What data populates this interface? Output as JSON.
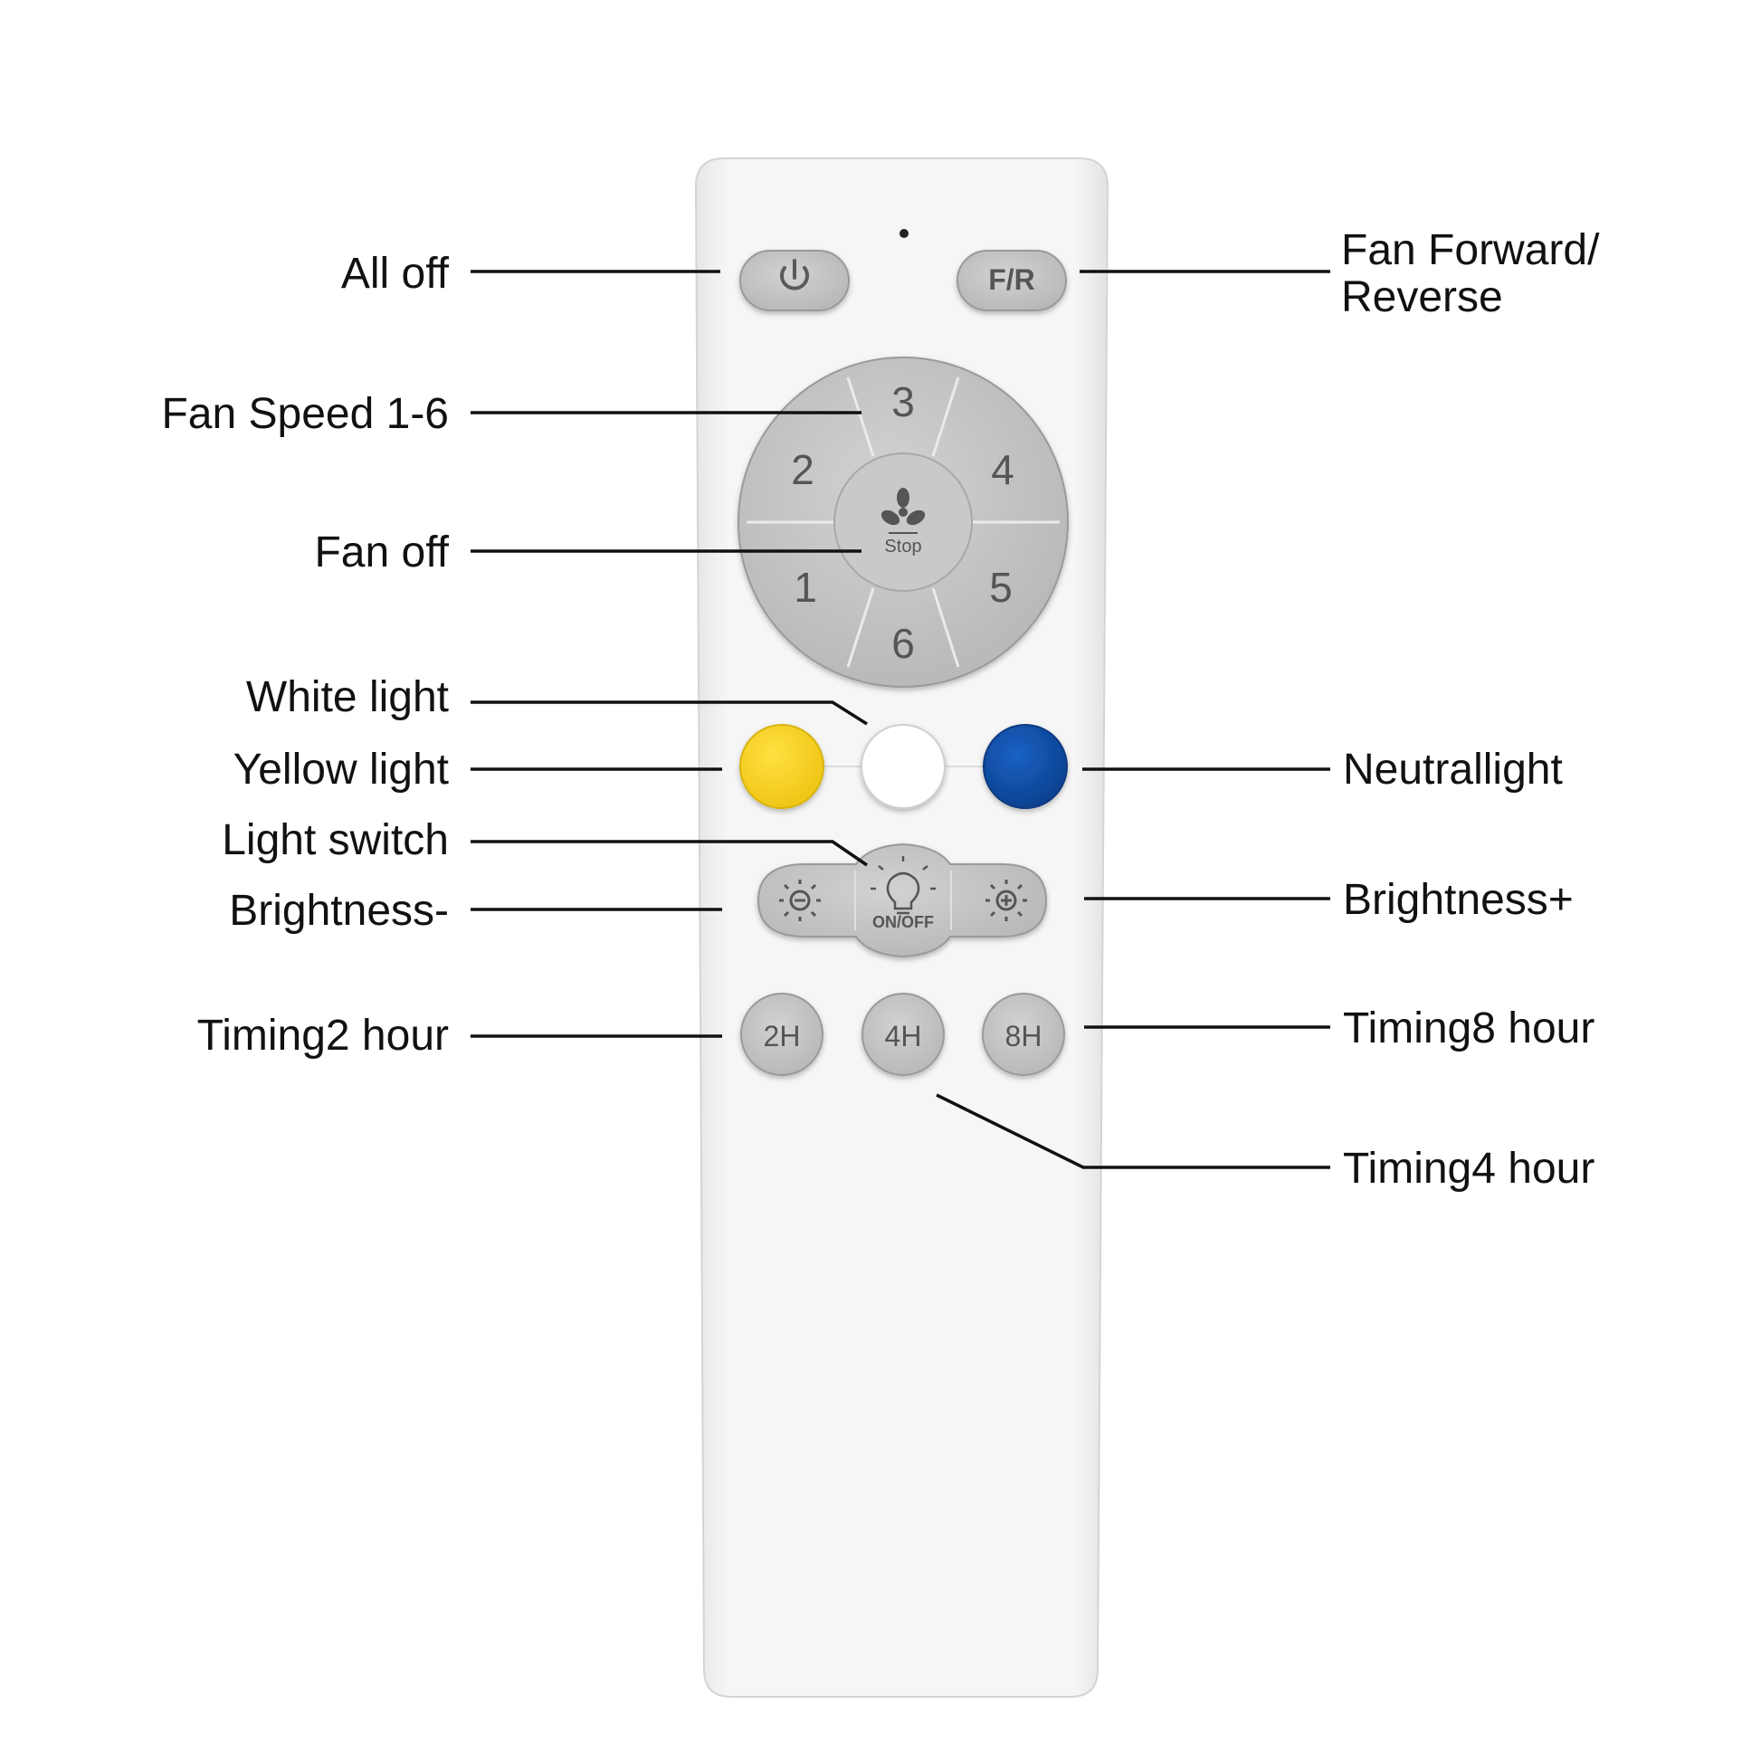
{
  "labels": {
    "all_off": "All off",
    "fan_forward_reverse_line1": "Fan Forward/",
    "fan_forward_reverse_line2": "Reverse",
    "fan_speed": "Fan Speed 1-6",
    "fan_off": "Fan off",
    "white_light": "White light",
    "yellow_light": "Yellow light",
    "neutral_light": "Neutrallight",
    "light_switch": "Light switch",
    "brightness_minus": "Brightness-",
    "brightness_plus": "Brightness+",
    "timing_2": "Timing2 hour",
    "timing_8": "Timing8 hour",
    "timing_4": "Timing4 hour"
  },
  "buttons": {
    "fr": "F/R",
    "speed_1": "1",
    "speed_2": "2",
    "speed_3": "3",
    "speed_4": "4",
    "speed_5": "5",
    "speed_6": "6",
    "stop": "Stop",
    "on_off": "ON/OFF",
    "timer_2h": "2H",
    "timer_4h": "4H",
    "timer_8h": "8H"
  },
  "icons": {
    "power": "power-icon",
    "fan": "fan-icon",
    "bulb": "bulb-icon",
    "sun_small": "sun-dim-icon",
    "sun_large": "sun-bright-icon"
  },
  "colors": {
    "remote_body": "#f4f4f4",
    "button_gray": "#c4c4c4",
    "yellow": "#f5d21a",
    "white": "#ffffff",
    "blue": "#0f4ea6"
  }
}
